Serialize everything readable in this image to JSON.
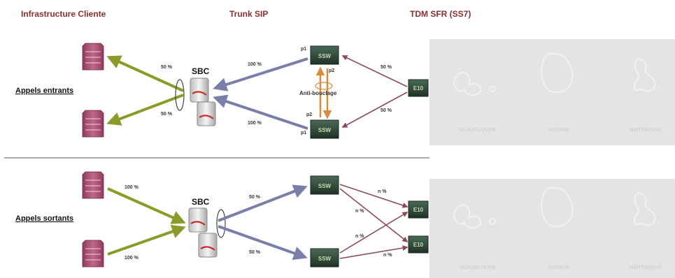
{
  "headers": {
    "client": "Infrastructure Cliente",
    "trunk": "Trunk SIP",
    "tdm": "TDM SFR (SS7)"
  },
  "incoming": {
    "label": "Appels entrants",
    "sbc": "SBC",
    "pct_top": "50 %",
    "pct_bottom": "50 %",
    "pct_ssw_top": "100 %",
    "pct_ssw_bottom": "100 %",
    "pct_tdm_top": "50 %",
    "pct_tdm_bottom": "50 %",
    "anti_loop": "Anti-bouclage",
    "p1_top": "p1",
    "p2_top": "p2",
    "p2_bottom": "p2",
    "p1_bottom": "p1",
    "ssw_top": "SSW",
    "ssw_bottom": "SSW",
    "e10": "E10"
  },
  "outgoing": {
    "label": "Appels sortants",
    "sbc": "SBC",
    "pct_top": "100 %",
    "pct_bottom": "100 %",
    "pct_ssw_top": "50 %",
    "pct_ssw_bottom": "50 %",
    "n1": "n %",
    "n2": "n %",
    "n3": "n %",
    "n4": "n %",
    "ssw_top": "SSW",
    "ssw_bottom": "SSW",
    "e10_top": "E10",
    "e10_bottom": "E10"
  },
  "regions": [
    "GUADELOUPE",
    "GUYANE",
    "MARTINIQUE"
  ],
  "colors": {
    "header": "#8b2e2e",
    "client_arrow": "#8c9a2a",
    "sip_arrow": "#7a7faa",
    "tdm_arrow": "#8a4a5a",
    "anti_loop": "#d98a3a",
    "server": "#b0567a",
    "ssw_box": "#2e4a3a",
    "map_bg": "#e4e4e4"
  }
}
